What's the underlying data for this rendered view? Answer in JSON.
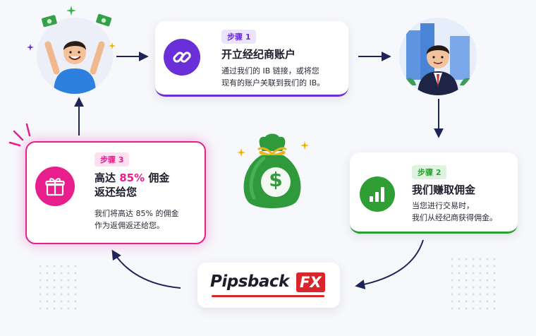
{
  "step1": {
    "badge": "步骤 1",
    "title": "开立经纪商账户",
    "desc_line1": "通过我们的 IB 链接，或将您",
    "desc_line2": "现有的账户关联到我们的 IB。"
  },
  "step2": {
    "badge": "步骤 2",
    "title": "我们赚取佣金",
    "desc_line1": "当您进行交易时，",
    "desc_line2": "我们从经纪商获得佣金。"
  },
  "step3": {
    "badge": "步骤 3",
    "title_pre": "高达 ",
    "title_highlight": "85%",
    "title_post": " 佣金",
    "title_line2": "返还给您",
    "desc_line1": "我们将高达 85% 的佣金",
    "desc_line2": "作为返佣返还给您。"
  },
  "logo": {
    "word": "Pipsback",
    "mark": "FX"
  },
  "money_bag": {
    "symbol": "$"
  },
  "colors": {
    "purple": "#6a2fd8",
    "green": "#2e9e35",
    "pink": "#e81e8c",
    "navy": "#1f2458",
    "logo_red": "#d9262c"
  }
}
